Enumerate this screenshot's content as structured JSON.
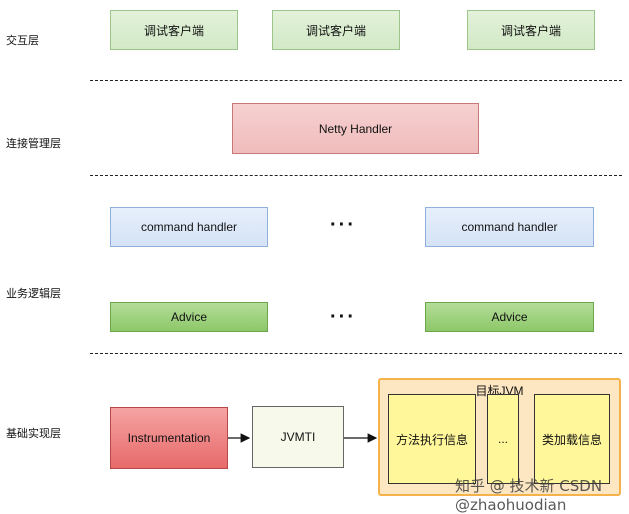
{
  "layers": [
    {
      "label": "交互层"
    },
    {
      "label": "连接管理层"
    },
    {
      "label": "业务逻辑层"
    },
    {
      "label": "基础实现层"
    }
  ],
  "interaction": {
    "clients": [
      "调试客户端",
      "调试客户端",
      "调试客户端"
    ]
  },
  "connection": {
    "handler": "Netty Handler"
  },
  "business": {
    "command_left": "command handler",
    "command_right": "command handler",
    "advice_left": "Advice",
    "advice_right": "Advice",
    "ellipsis_top": "···",
    "ellipsis_bottom": "···"
  },
  "foundation": {
    "instrumentation": "Instrumentation",
    "jvmti": "JVMTI",
    "target_jvm": {
      "title": "目标JVM",
      "method_info": "方法执行信息",
      "ellipsis": "...",
      "class_info": "类加载信息"
    }
  },
  "watermark": "知乎 @ 技术新 CSDN @zhaohuodian",
  "colors": {
    "green_box": "#d8ecca",
    "blue_box": "#dae6f6",
    "red_box": "#f2c4c4",
    "instrumentation": "#ec7d7d",
    "advice": "#9ed27c",
    "target_jvm_bg": "#fde7c2",
    "target_jvm_border": "#f5b14a",
    "info_box": "#fff79a"
  }
}
